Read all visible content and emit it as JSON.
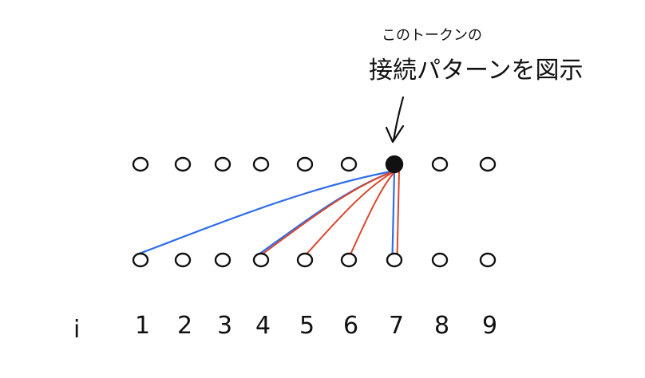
{
  "caption": {
    "line1": "このトークンの",
    "line2": "接続パターンを図示"
  },
  "index_label": "i",
  "positions": [
    "1",
    "2",
    "3",
    "4",
    "5",
    "6",
    "7",
    "8",
    "9"
  ],
  "target_position": "7",
  "connections": [
    {
      "to": "1",
      "color": "blue"
    },
    {
      "to": "4",
      "color": "blue"
    },
    {
      "to": "4",
      "color": "red"
    },
    {
      "to": "5",
      "color": "red"
    },
    {
      "to": "6",
      "color": "red"
    },
    {
      "to": "7",
      "color": "blue"
    },
    {
      "to": "7",
      "color": "red"
    }
  ],
  "colors": {
    "blue": "#2f6ee8",
    "red": "#d9482f",
    "ink": "#111111"
  }
}
